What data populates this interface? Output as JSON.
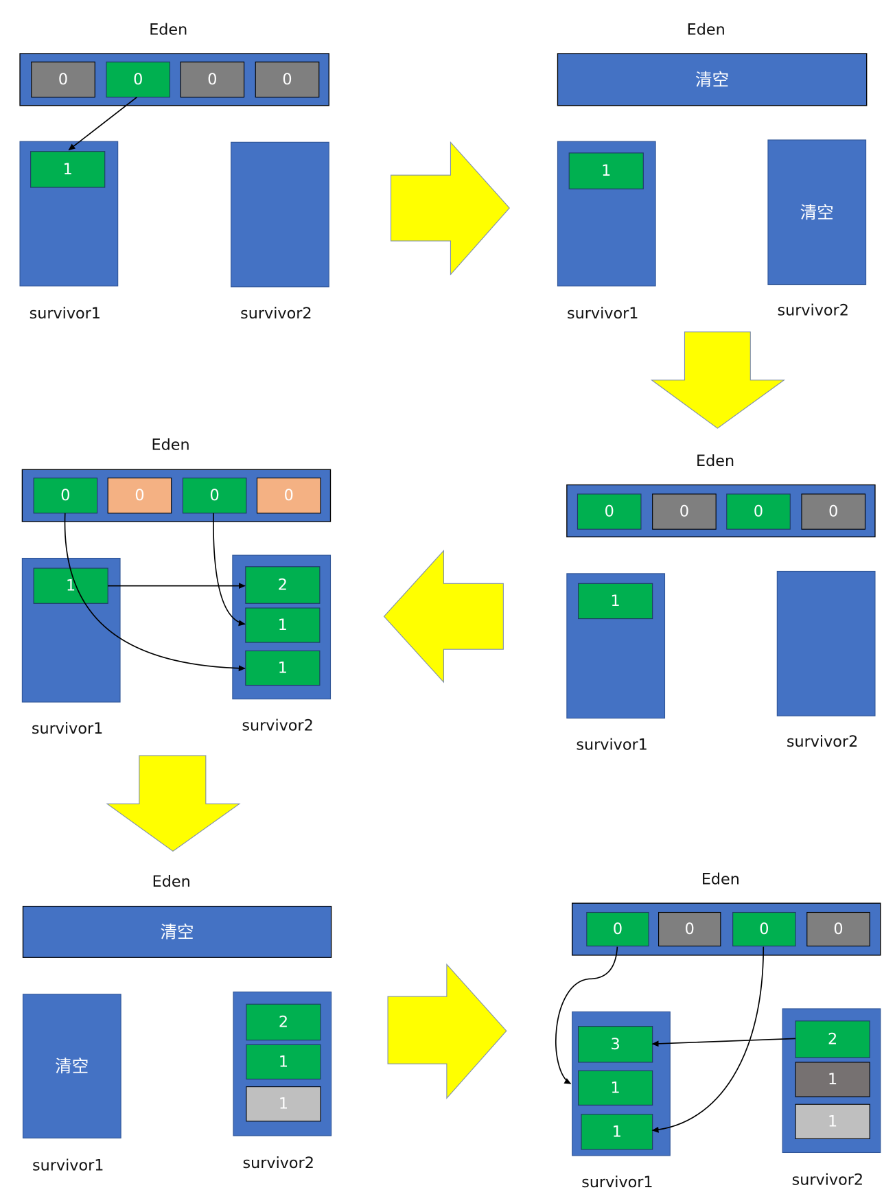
{
  "colors": {
    "region": "#4472c4",
    "live": "#00b050",
    "dead": "#7f7f7f",
    "marked": "#f4b183",
    "dark_dead": "#767171",
    "light_dead": "#bfbfbf",
    "arrow": "#ffff00"
  },
  "labels": {
    "eden": "Eden",
    "survivor1": "survivor1",
    "survivor2": "survivor2",
    "cleared": "清空"
  },
  "panels": [
    {
      "id": "step1",
      "eden": {
        "cleared": false,
        "cells": [
          {
            "value": "0",
            "state": "dead"
          },
          {
            "value": "0",
            "state": "live"
          },
          {
            "value": "0",
            "state": "dead"
          },
          {
            "value": "0",
            "state": "dead"
          }
        ]
      },
      "survivor1": {
        "cleared": false,
        "cells": [
          {
            "value": "1",
            "state": "live"
          }
        ]
      },
      "survivor2": {
        "cleared": false,
        "cells": []
      }
    },
    {
      "id": "step2",
      "eden": {
        "cleared": true,
        "cells": []
      },
      "survivor1": {
        "cleared": false,
        "cells": [
          {
            "value": "1",
            "state": "live"
          }
        ]
      },
      "survivor2": {
        "cleared": true,
        "cells": []
      }
    },
    {
      "id": "step3",
      "eden": {
        "cleared": false,
        "cells": [
          {
            "value": "0",
            "state": "live"
          },
          {
            "value": "0",
            "state": "dead"
          },
          {
            "value": "0",
            "state": "live"
          },
          {
            "value": "0",
            "state": "dead"
          }
        ]
      },
      "survivor1": {
        "cleared": false,
        "cells": [
          {
            "value": "1",
            "state": "live"
          }
        ]
      },
      "survivor2": {
        "cleared": false,
        "cells": []
      }
    },
    {
      "id": "step4",
      "eden": {
        "cleared": false,
        "cells": [
          {
            "value": "0",
            "state": "live"
          },
          {
            "value": "0",
            "state": "marked"
          },
          {
            "value": "0",
            "state": "live"
          },
          {
            "value": "0",
            "state": "marked"
          }
        ]
      },
      "survivor1": {
        "cleared": false,
        "cells": [
          {
            "value": "1",
            "state": "live"
          }
        ]
      },
      "survivor2": {
        "cleared": false,
        "cells": [
          {
            "value": "2",
            "state": "live"
          },
          {
            "value": "1",
            "state": "live"
          },
          {
            "value": "1",
            "state": "live"
          }
        ]
      }
    },
    {
      "id": "step5",
      "eden": {
        "cleared": true,
        "cells": []
      },
      "survivor1": {
        "cleared": true,
        "cells": []
      },
      "survivor2": {
        "cleared": false,
        "cells": [
          {
            "value": "2",
            "state": "live"
          },
          {
            "value": "1",
            "state": "live"
          },
          {
            "value": "1",
            "state": "light_dead"
          }
        ]
      }
    },
    {
      "id": "step6",
      "eden": {
        "cleared": false,
        "cells": [
          {
            "value": "0",
            "state": "live"
          },
          {
            "value": "0",
            "state": "dead"
          },
          {
            "value": "0",
            "state": "live"
          },
          {
            "value": "0",
            "state": "dead"
          }
        ]
      },
      "survivor1": {
        "cleared": false,
        "cells": [
          {
            "value": "3",
            "state": "live"
          },
          {
            "value": "1",
            "state": "live"
          },
          {
            "value": "1",
            "state": "live"
          }
        ]
      },
      "survivor2": {
        "cleared": false,
        "cells": [
          {
            "value": "2",
            "state": "live"
          },
          {
            "value": "1",
            "state": "dark_dead"
          },
          {
            "value": "1",
            "state": "light_dead"
          }
        ]
      }
    }
  ],
  "flow_arrows": [
    {
      "from": "step1",
      "to": "step2",
      "direction": "right"
    },
    {
      "from": "step2",
      "to": "step3",
      "direction": "down"
    },
    {
      "from": "step3",
      "to": "step4",
      "direction": "left"
    },
    {
      "from": "step4",
      "to": "step5",
      "direction": "down"
    },
    {
      "from": "step5",
      "to": "step6",
      "direction": "right"
    }
  ]
}
